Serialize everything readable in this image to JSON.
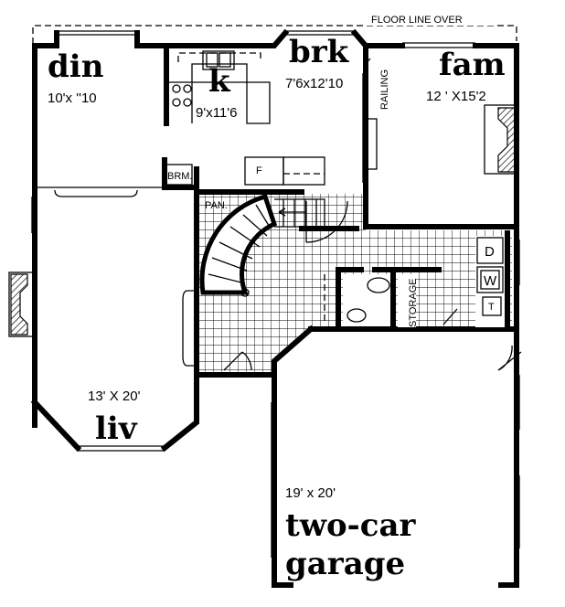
{
  "plan": {
    "floor_line_label": "FLOOR LINE OVER",
    "railing_label": "RAILING",
    "rooms": {
      "din": {
        "name": "din",
        "size": "10'x ''10"
      },
      "k": {
        "name": "k",
        "size": "9'x11'6"
      },
      "brk": {
        "name": "brk",
        "size": "7'6x12'10"
      },
      "fam": {
        "name": "fam",
        "size": "12 ' X15'2"
      },
      "liv": {
        "name": "liv",
        "size": "13' X 20'"
      },
      "garage": {
        "name_line1": "two-car",
        "name_line2": "garage",
        "size": "19' x 20'"
      }
    },
    "labels": {
      "brm": "BRM.",
      "pan": "PAN.",
      "fridge": "F",
      "dryer": "D",
      "washer": "W",
      "tub": "T",
      "storage": "STORAGE"
    }
  }
}
